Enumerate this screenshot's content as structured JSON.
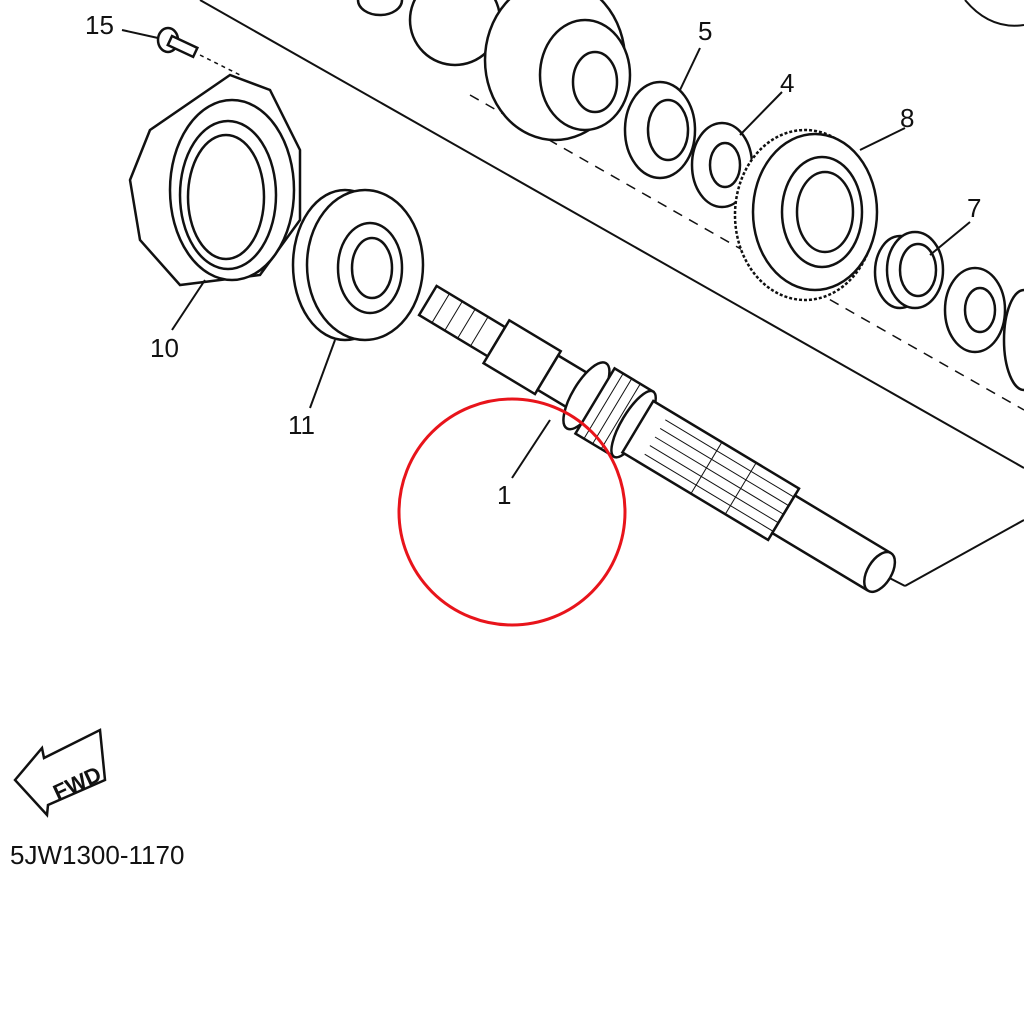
{
  "diagram": {
    "callouts": [
      {
        "id": "15",
        "label": "15"
      },
      {
        "id": "5",
        "label": "5"
      },
      {
        "id": "4",
        "label": "4"
      },
      {
        "id": "8",
        "label": "8"
      },
      {
        "id": "7",
        "label": "7"
      },
      {
        "id": "10",
        "label": "10"
      },
      {
        "id": "11",
        "label": "11"
      },
      {
        "id": "1",
        "label": "1"
      }
    ],
    "direction_badge": "FWD",
    "part_code": "5JW1300-1170",
    "highlight_color": "#e8141b",
    "highlighted_part": "1"
  }
}
